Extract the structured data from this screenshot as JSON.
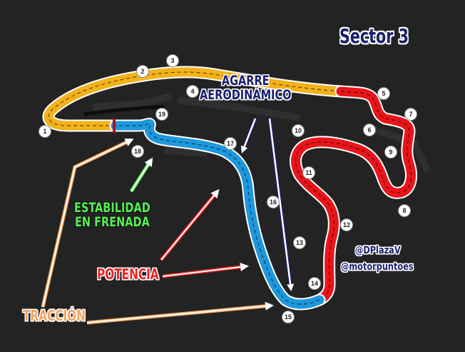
{
  "title": "Sector 3",
  "labels": {
    "agarre": "AGARRE\nAERODINÁMICO",
    "estabilidad": "ESTABILIDAD\nEN FRENADA",
    "potencia": "POTENCIA",
    "traccion": "TRACCIÓN"
  },
  "credits": {
    "line1": "@DPlazaV",
    "line2": "@motorpuntoes"
  },
  "turns": [
    "1",
    "2",
    "3",
    "4",
    "5",
    "6",
    "7",
    "8",
    "9",
    "10",
    "11",
    "12",
    "13",
    "14",
    "15",
    "16",
    "17",
    "18",
    "19"
  ],
  "colors": {
    "background": "#232323",
    "sector_1": "#f3b21b",
    "sector_2": "#e8151b",
    "sector_3": "#1e98dd",
    "stability": "#55ee55",
    "power": "#ee2222",
    "traction": "#f5a35f",
    "aero": "#1a1f6e"
  }
}
